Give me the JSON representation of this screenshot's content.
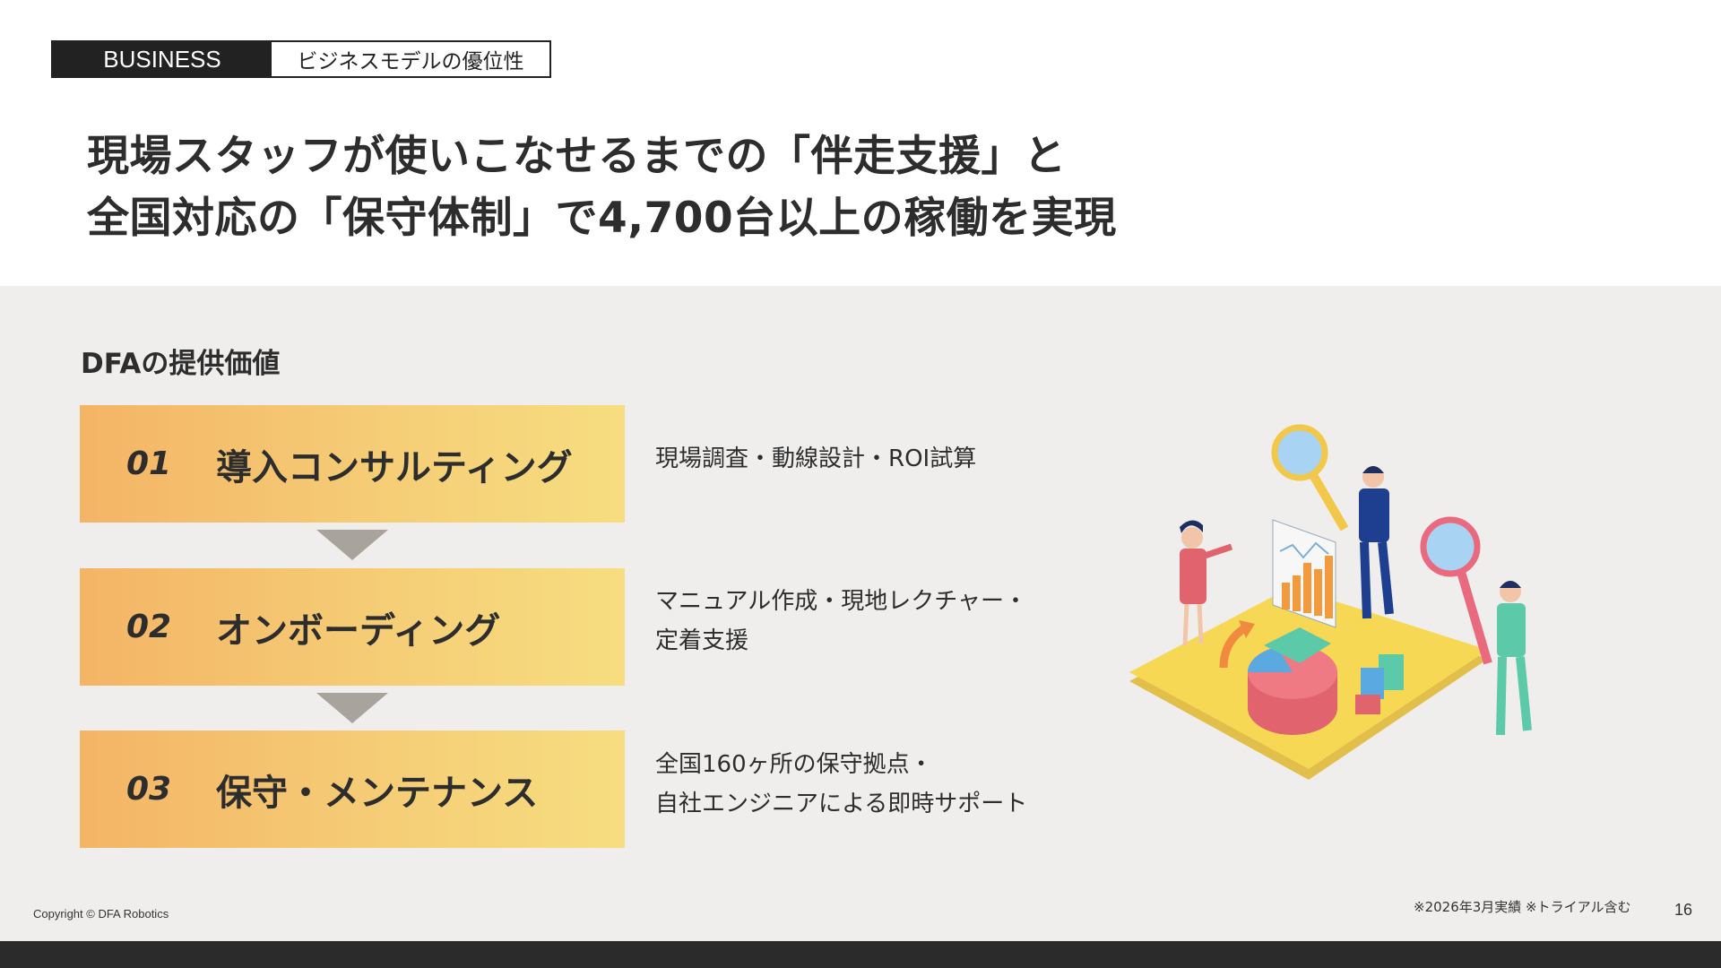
{
  "tag": {
    "dark_label": "BUSINESS",
    "light_label": "ビジネスモデルの優位性"
  },
  "headline": {
    "line1": "現場スタッフが使いこなせるまでの「伴走支援」と",
    "line2": "全国対応の「保守体制」で4,700台以上の稼働を実現"
  },
  "section": {
    "title": "DFAの提供価値"
  },
  "steps": [
    {
      "num": "01",
      "label": "導入コンサルティング",
      "desc_line1": "現場調査・動線設計・ROI試算",
      "desc_line2": ""
    },
    {
      "num": "02",
      "label": "オンボーディング",
      "desc_line1": "マニュアル作成・現地レクチャー・",
      "desc_line2": "定着支援"
    },
    {
      "num": "03",
      "label": "保守・メンテナンス",
      "desc_line1": "全国160ヶ所の保守拠点・",
      "desc_line2": "自社エンジニアによる即時サポート"
    }
  ],
  "footer": {
    "copyright": "Copyright © DFA Robotics",
    "note": "※2026年3月実績 ※トライアル含む",
    "page": "16"
  },
  "colors": {
    "accent_start": "#f4b466",
    "accent_end": "#f7dd80",
    "dark": "#222222",
    "panel": "#efeeed"
  }
}
